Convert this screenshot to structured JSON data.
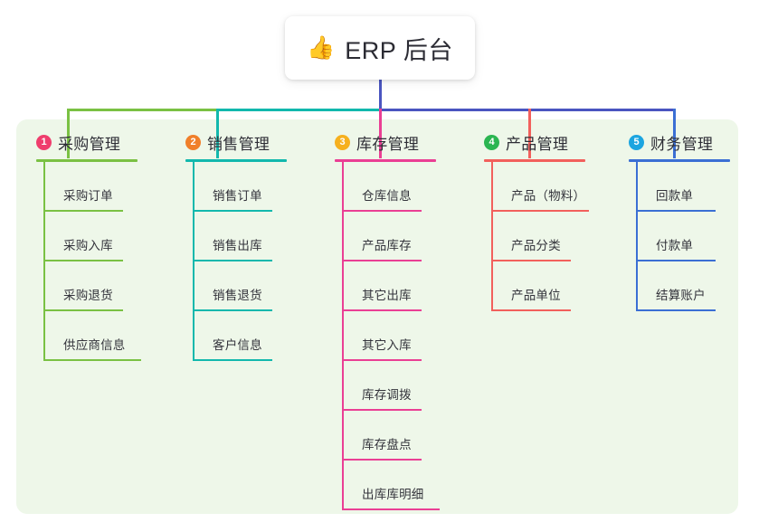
{
  "root": {
    "icon": "thumbs-up-icon",
    "emoji": "👍",
    "title": "ERP 后台"
  },
  "theme": {
    "panel_bg": "#eef7e9",
    "card_bg": "#ffffff",
    "text": "#2e2e36",
    "root_stem": "#4a55c0"
  },
  "columns": [
    {
      "index": "1",
      "title": "采购管理",
      "color": "#7ac143",
      "badge_color": "#ef3e6d",
      "children": [
        {
          "label": "采购订单"
        },
        {
          "label": "采购入库"
        },
        {
          "label": "采购退货"
        },
        {
          "label": "供应商信息"
        }
      ]
    },
    {
      "index": "2",
      "title": "销售管理",
      "color": "#12b8ad",
      "badge_color": "#f07f2a",
      "children": [
        {
          "label": "销售订单"
        },
        {
          "label": "销售出库"
        },
        {
          "label": "销售退货"
        },
        {
          "label": "客户信息"
        }
      ]
    },
    {
      "index": "3",
      "title": "库存管理",
      "color": "#ea3f94",
      "badge_color": "#f6b01e",
      "children": [
        {
          "label": "仓库信息"
        },
        {
          "label": "产品库存"
        },
        {
          "label": "其它出库"
        },
        {
          "label": "其它入库"
        },
        {
          "label": "库存调拨"
        },
        {
          "label": "库存盘点"
        },
        {
          "label": "出库库明细"
        }
      ]
    },
    {
      "index": "4",
      "title": "产品管理",
      "color": "#f2605c",
      "badge_color": "#2bb551",
      "children": [
        {
          "label": "产品（物料）"
        },
        {
          "label": "产品分类"
        },
        {
          "label": "产品单位"
        }
      ]
    },
    {
      "index": "5",
      "title": "财务管理",
      "color": "#3b6fd4",
      "badge_color": "#1ca5e0",
      "children": [
        {
          "label": "回款单"
        },
        {
          "label": "付款单"
        },
        {
          "label": "结算账户"
        }
      ]
    }
  ]
}
